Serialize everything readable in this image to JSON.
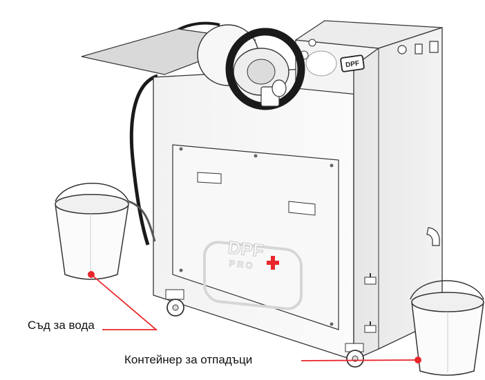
{
  "labels": {
    "water_container": "Съд за вода",
    "waste_container": "Контейнер за отпадъци"
  },
  "logo": {
    "front_panel_text_top": "DPF",
    "front_panel_text_bottom": "PRO",
    "badge_text": "DPF"
  },
  "colors": {
    "callout_line": "#e8262b",
    "callout_dot": "#e8262b",
    "logo_cross": "#e8262b",
    "machine_outline": "#333333",
    "hose": "#1a1a1a"
  }
}
